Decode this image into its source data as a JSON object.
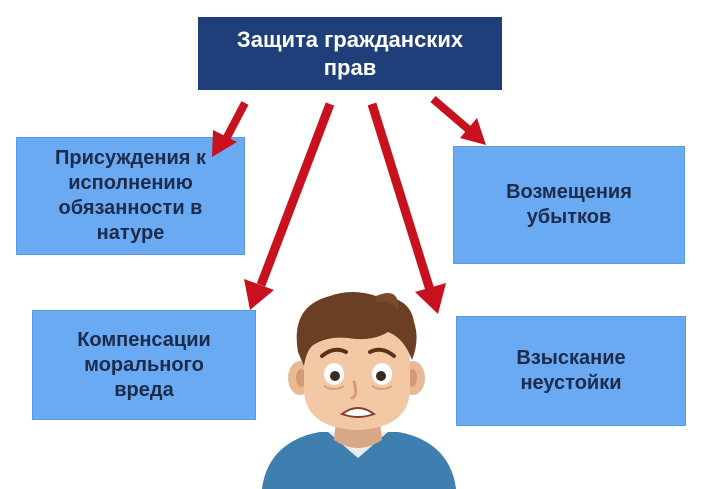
{
  "diagram": {
    "root": {
      "label": "Защита гражданских\nправ"
    },
    "branches": [
      {
        "id": "tl",
        "label": "Присуждения к\nисполнению\nобязанности в\nнатуре"
      },
      {
        "id": "tr",
        "label": "Возмещения\nубытков"
      },
      {
        "id": "bl",
        "label": "Компенсации\nморального\nвреда"
      },
      {
        "id": "br",
        "label": "Взыскание\nнеустойки"
      }
    ]
  },
  "colors": {
    "root_fill": "#1f3f7a",
    "branch_fill": "#6aaaf3",
    "arrow": "#c8101e"
  },
  "icons": [
    "worried-man-avatar"
  ]
}
